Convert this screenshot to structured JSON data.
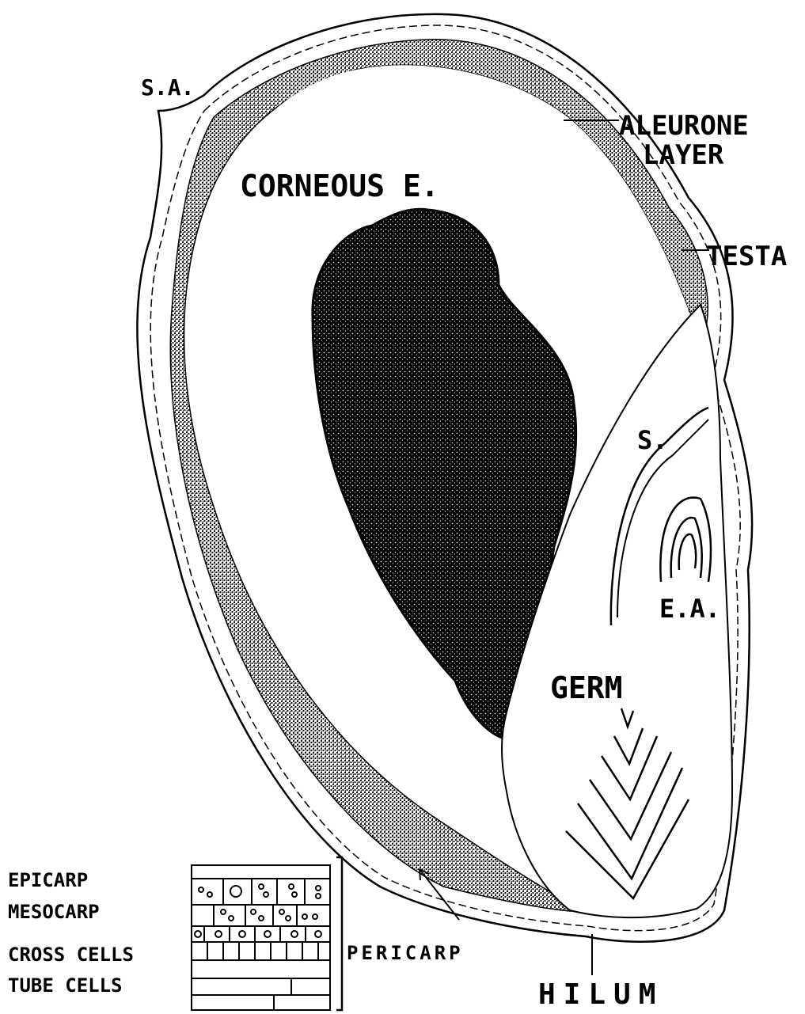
{
  "labels": {
    "sa": "S.A.",
    "aleurone_1": "ALEURONE",
    "aleurone_2": "LAYER",
    "corneous": "CORNEOUS  E.",
    "testa": "TESTA",
    "s": "S.",
    "ea": "E.A.",
    "germ": "GERM",
    "epicarp": "EPICARP",
    "mesocarp": "MESOCARP",
    "cross_cells": "CROSS  CELLS",
    "tube_cells": "TUBE  CELLS",
    "pericarp": "PERICARP",
    "hilum": "HILUM"
  },
  "colors": {
    "ink": "#000000",
    "paper": "#ffffff"
  }
}
